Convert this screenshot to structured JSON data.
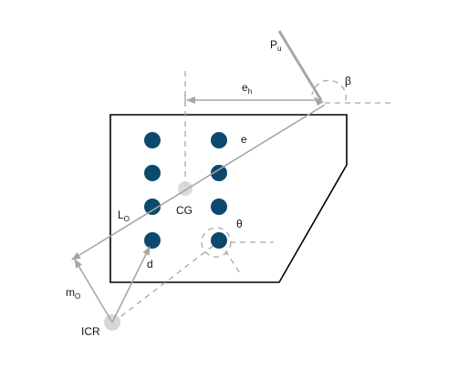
{
  "labels": {
    "pu_main": "P",
    "pu_sub": "u",
    "beta": "β",
    "eh_main": "e",
    "eh_sub": "h",
    "e": "e",
    "lo_main": "L",
    "lo_sub": "O",
    "cg": "CG",
    "theta": "θ",
    "d": "d",
    "mo_main": "m",
    "mo_sub": "O",
    "icr": "ICR"
  },
  "colors": {
    "bolt": "#0b4a6e",
    "outline": "#000000",
    "vector": "#a6a6a6",
    "dashed": "#a6a6a6",
    "point": "#d6d6d6"
  },
  "bolt_layout": {
    "rows": 4,
    "columns": 2
  }
}
